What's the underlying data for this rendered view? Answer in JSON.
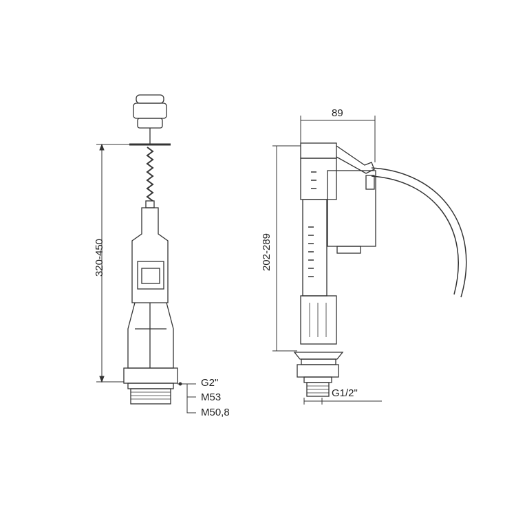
{
  "left_valve": {
    "height_label": "320-450",
    "thread_labels": [
      "G2\"",
      "M53",
      "M50,8"
    ]
  },
  "right_valve": {
    "width_label": "89",
    "height_label": "202-289",
    "thread_label": "G1/2\""
  }
}
